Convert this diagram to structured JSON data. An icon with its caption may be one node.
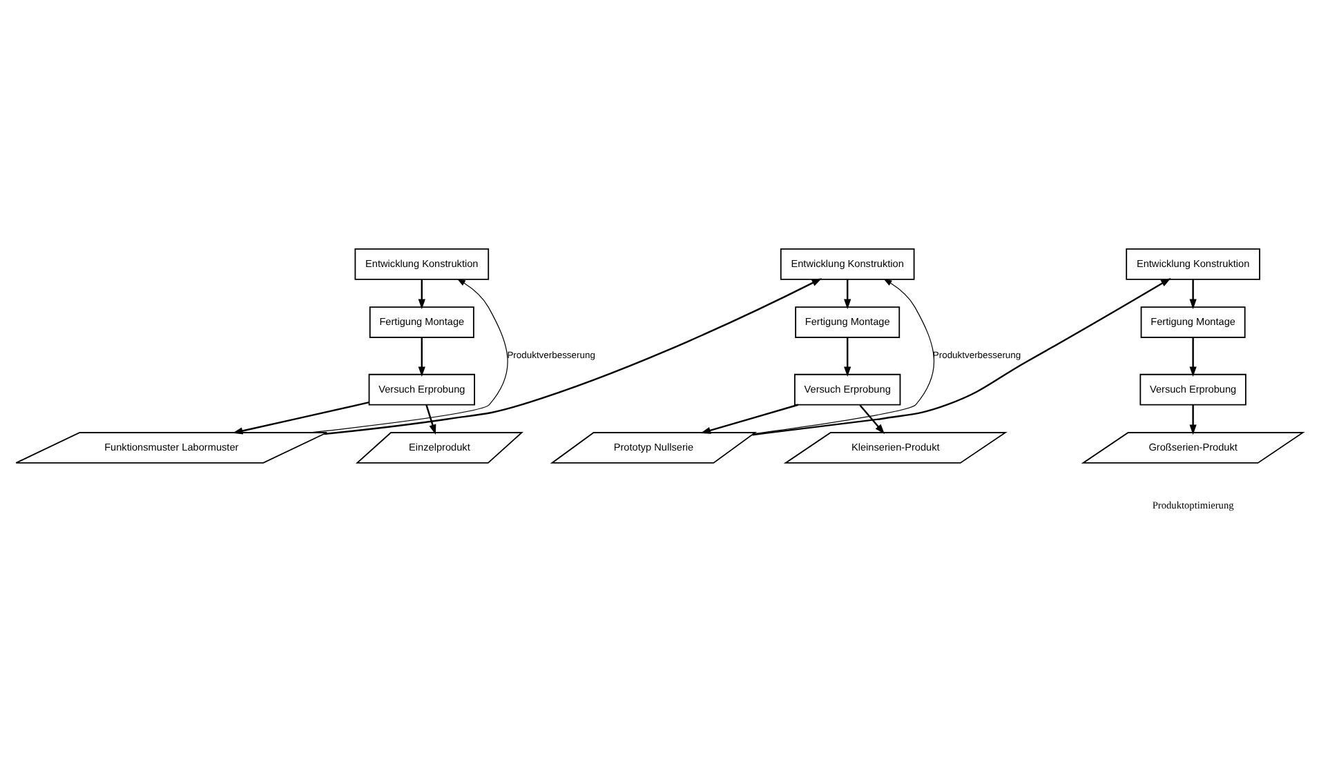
{
  "diagram": {
    "nodes": [
      {
        "text": [
          "Entwicklung Konstruktion"
        ]
      },
      {
        "text": [
          "Fertigung Montage"
        ]
      },
      {
        "text": [
          "Versuch Erprobung"
        ]
      },
      {
        "text": [
          "Funktionsmuster Labormuster"
        ]
      },
      {
        "text": [
          "Einzelprodukt"
        ]
      },
      {
        "text": [
          "Entwicklung Konstruktion"
        ]
      },
      {
        "text": [
          "Fertigung Montage"
        ]
      },
      {
        "text": [
          "Versuch Erprobung"
        ]
      },
      {
        "text": [
          "Prototyp Nullserie"
        ]
      },
      {
        "text": [
          "Kleinserien-Produkt"
        ]
      },
      {
        "text": [
          "Entwicklung Konstruktion"
        ]
      },
      {
        "text": [
          "Fertigung Montage"
        ]
      },
      {
        "text": [
          "Versuch Erprobung"
        ]
      },
      {
        "text": [
          "Großserien-Produkt"
        ]
      }
    ],
    "edges": [
      {
        "from": 0,
        "to": 1,
        "arrow": "to"
      },
      {
        "from": 1,
        "to": 2,
        "arrow": "to"
      },
      {
        "from": 2,
        "to": 3,
        "arrow": "to"
      },
      {
        "from": 2,
        "to": 4,
        "arrow": "to"
      },
      {
        "from": 3,
        "to": 0,
        "arrow": "to",
        "label": "Produktverbesserung"
      },
      {
        "from": 3,
        "to": 5,
        "arrow": "to"
      },
      {
        "from": 5,
        "to": 6,
        "arrow": "to"
      },
      {
        "from": 6,
        "to": 7,
        "arrow": "to"
      },
      {
        "from": 7,
        "to": 8,
        "arrow": "to"
      },
      {
        "from": 7,
        "to": 9,
        "arrow": "to"
      },
      {
        "from": 8,
        "to": 5,
        "arrow": "to",
        "label": "Produktverbesserung"
      },
      {
        "from": 8,
        "to": 10,
        "arrow": "to"
      },
      {
        "from": 10,
        "to": 11,
        "arrow": "to"
      },
      {
        "from": 11,
        "to": 12,
        "arrow": "to"
      },
      {
        "from": 12,
        "to": 13,
        "arrow": "to"
      }
    ],
    "labels": [
      "Produktoptimierung"
    ]
  }
}
